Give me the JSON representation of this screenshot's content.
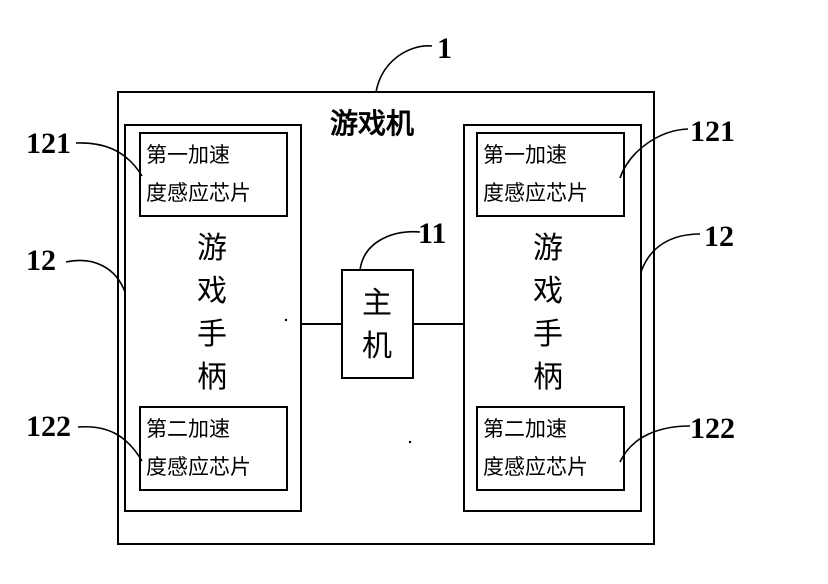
{
  "console": {
    "label": "游戏机",
    "ref": "1"
  },
  "host": {
    "label_line1": "主",
    "label_line2": "机",
    "ref": "11"
  },
  "controllers": [
    {
      "chars": [
        "游",
        "戏",
        "手",
        "柄"
      ],
      "ref": "12",
      "chip1": {
        "line1": "第一加速",
        "line2": "度感应芯片",
        "ref": "121"
      },
      "chip2": {
        "line1": "第二加速",
        "line2": "度感应芯片",
        "ref": "122"
      }
    },
    {
      "chars": [
        "游",
        "戏",
        "手",
        "柄"
      ],
      "ref": "12",
      "chip1": {
        "line1": "第一加速",
        "line2": "度感应芯片",
        "ref": "121"
      },
      "chip2": {
        "line1": "第二加速",
        "line2": "度感应芯片",
        "ref": "122"
      }
    }
  ]
}
